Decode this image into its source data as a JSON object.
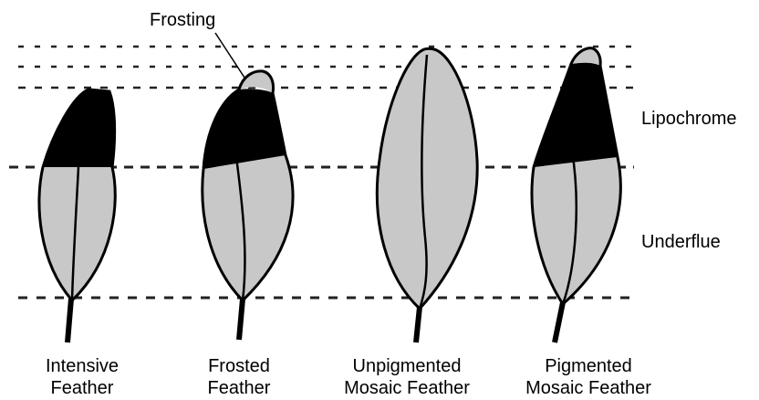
{
  "colors": {
    "background": "#ffffff",
    "underflue": "#c8c8c8",
    "lipochrome": "#000000",
    "frosting": "#c8c8c8",
    "outline": "#000000"
  },
  "annotations": {
    "frosting": "Frosting",
    "lipochrome": "Lipochrome",
    "underflue": "Underflue"
  },
  "feathers": [
    {
      "id": "intensive",
      "line1": "Intensive",
      "line2": "Feather"
    },
    {
      "id": "frosted",
      "line1": "Frosted",
      "line2": "Feather"
    },
    {
      "id": "unpigmented",
      "line1": "Unpigmented",
      "line2": "Mosaic Feather"
    },
    {
      "id": "pigmented",
      "line1": "Pigmented",
      "line2": "Mosaic Feather"
    }
  ]
}
